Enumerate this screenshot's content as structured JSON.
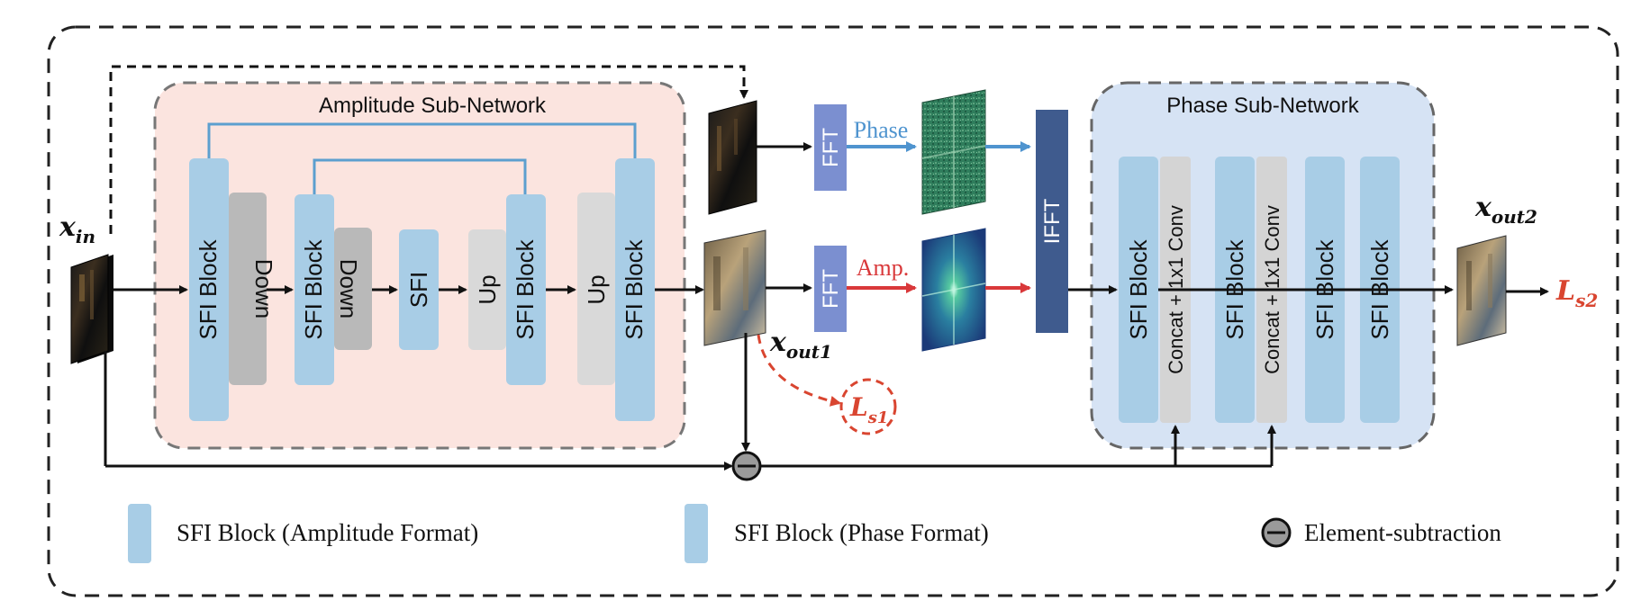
{
  "amplitude_network": {
    "title": "Amplitude Sub-Network",
    "blocks": {
      "sfi_block_1": "SFI Block",
      "down_1": "Down",
      "sfi_block_2": "SFI Block",
      "down_2": "Down",
      "sfi": "SFI",
      "up_1": "Up",
      "sfi_block_3": "SFI Block",
      "up_2": "Up",
      "sfi_block_4": "SFI Block"
    }
  },
  "fourier": {
    "fft_top": "FFT",
    "fft_bottom": "FFT",
    "phase_label": "Phase",
    "amp_label": "Amp.",
    "ifft": "IFFT"
  },
  "phase_network": {
    "title": "Phase Sub-Network",
    "blocks": {
      "sfi_block_1": "SFI Block",
      "concat_1": "Concat + 1x1 Conv",
      "sfi_block_2": "SFI Block",
      "concat_2": "Concat + 1x1 Conv",
      "sfi_block_3": "SFI Block",
      "sfi_block_4": "SFI Block"
    }
  },
  "math_labels": {
    "x_in_base": "x",
    "x_in_sub": "in",
    "x_out1_base": "x",
    "x_out1_sub": "out1",
    "x_out2_base": "x",
    "x_out2_sub": "out2",
    "loss1_base": "L",
    "loss1_sub": "s1",
    "loss2_base": "L",
    "loss2_sub": "s2"
  },
  "legend": {
    "amplitude_block": "SFI Block (Amplitude Format)",
    "phase_block": "SFI Block (Phase Format)",
    "subtraction": "Element-subtraction"
  },
  "colors": {
    "sfi_block": "#a8cde6",
    "down_block": "#b9b9b9",
    "up_block": "#d9d9d9",
    "concat_block": "#d4d4d4",
    "amplitude_bg": "#fbe4df",
    "phase_bg": "#d6e3f4",
    "fft_block": "#7b8fd0",
    "ifft_block": "#3f5b8e",
    "phase_arrow": "#4f94cf",
    "amp_arrow": "#d9383a",
    "loss_red": "#d94530"
  }
}
